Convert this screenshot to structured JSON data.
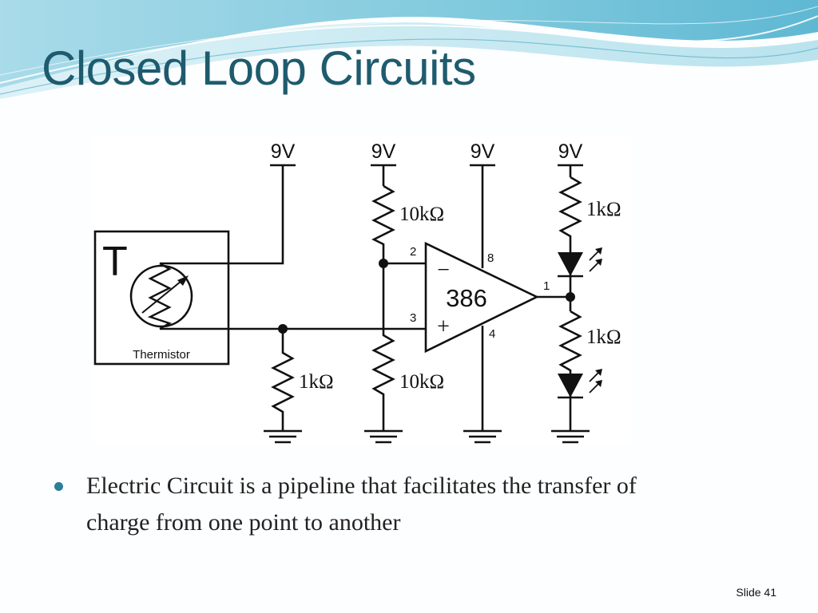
{
  "slide": {
    "title": "Closed Loop Circuits",
    "slide_number": "Slide 41",
    "accent_color": "#2a7f9a",
    "title_color": "#1e5b6e"
  },
  "circuit": {
    "supply_labels": [
      "9V",
      "9V",
      "9V",
      "9V"
    ],
    "thermistor_box_letter": "T",
    "thermistor_label": "Thermistor",
    "resistor_top_middle": "10kΩ",
    "resistor_top_right": "1kΩ",
    "resistor_bottom_left": "1kΩ",
    "resistor_bottom_middle": "10kΩ",
    "resistor_bottom_right": "1kΩ",
    "opamp_label": "386",
    "opamp_minus": "−",
    "opamp_plus": "+",
    "pin_labels": {
      "p1": "1",
      "p2": "2",
      "p3": "3",
      "p4": "4",
      "p8": "8"
    }
  },
  "bullets": [
    {
      "text": "Electric Circuit is a pipeline that facilitates the transfer of charge from one point to another"
    }
  ]
}
